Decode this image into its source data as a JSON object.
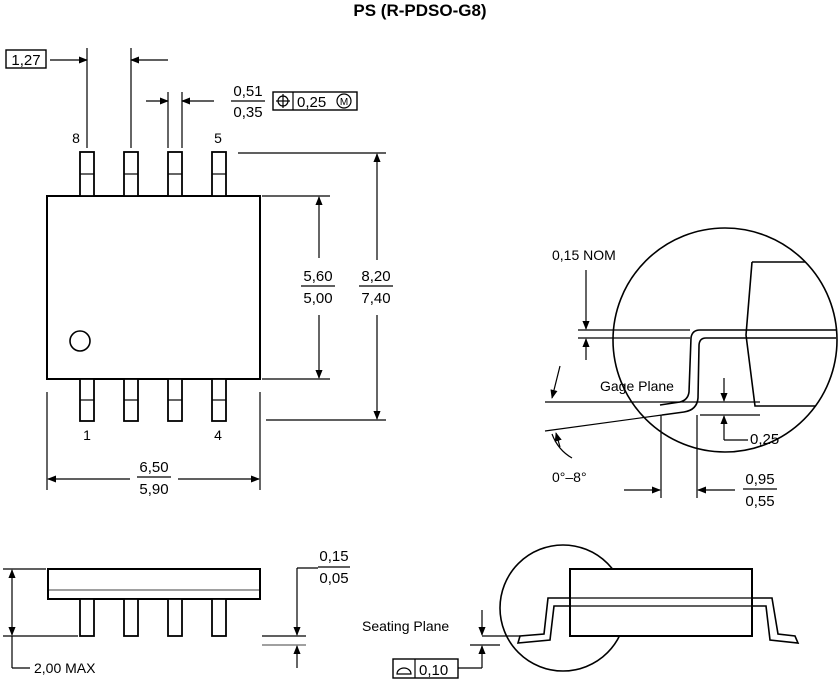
{
  "title": "PS (R-PDSO-G8)",
  "top_view": {
    "pitch": "1,27",
    "lead_width": {
      "max": "0,51",
      "min": "0,35"
    },
    "position_tolerance": "0,25",
    "position_modifier": "M",
    "pin_labels": {
      "p8": "8",
      "p5": "5",
      "p1": "1",
      "p4": "4"
    },
    "body_width": {
      "max": "5,60",
      "min": "5,00"
    },
    "overall_length": {
      "max": "8,20",
      "min": "7,40"
    },
    "body_length": {
      "max": "6,50",
      "min": "5,90"
    }
  },
  "detail": {
    "lead_thickness": "0,15 NOM",
    "gage_plane": "Gage Plane",
    "gage_height": "0,25",
    "angle": "0°–8°",
    "foot_length": {
      "max": "0,95",
      "min": "0,55"
    }
  },
  "side_view": {
    "standoff": {
      "max": "0,15",
      "min": "0,05"
    },
    "max_height": "2,00 MAX",
    "seating_plane": "Seating Plane",
    "coplanarity": "0,10"
  }
}
